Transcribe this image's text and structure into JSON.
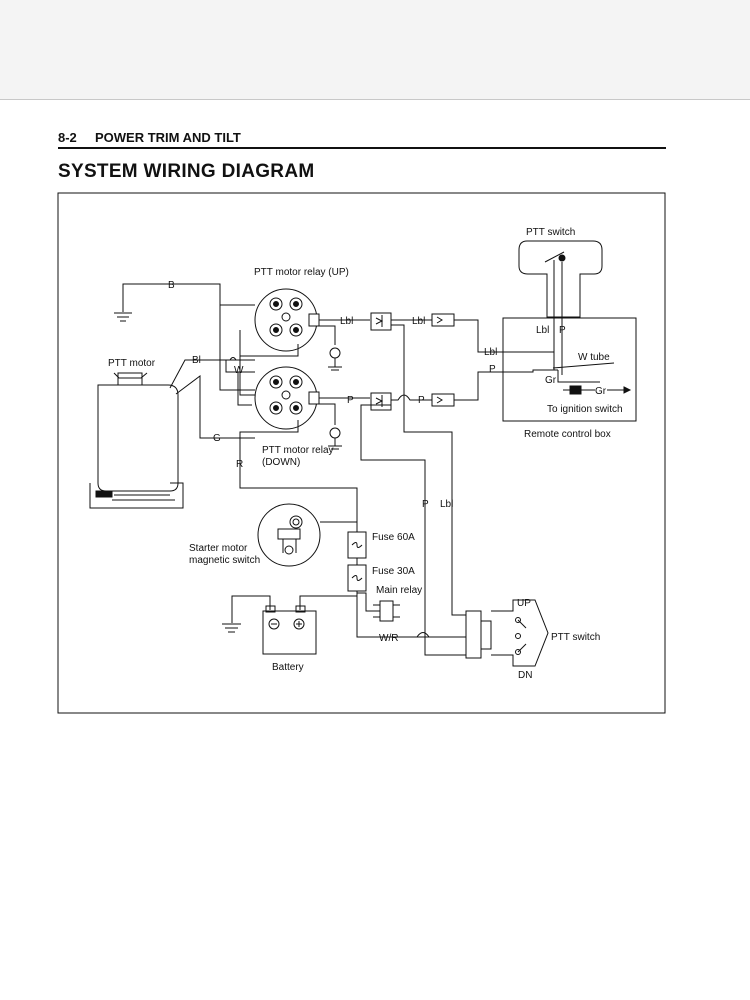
{
  "header": {
    "section_number": "8-2",
    "section_title": "POWER TRIM AND TILT"
  },
  "page_title": "SYSTEM  WIRING  DIAGRAM",
  "labels": {
    "ptt_switch_top": "PTT switch",
    "relay_up": "PTT motor relay (UP)",
    "relay_down_1": "PTT motor relay",
    "relay_down_2": "(DOWN)",
    "ptt_motor": "PTT motor",
    "starter_1": "Starter motor",
    "starter_2": "magnetic switch",
    "battery": "Battery",
    "fuse60": "Fuse 60A",
    "fuse30": "Fuse 30A",
    "main_relay": "Main relay",
    "w_tube": "W tube",
    "to_ignition": "To ignition switch",
    "remote_box": "Remote control box",
    "ptt_switch_side": "PTT switch",
    "up": "UP",
    "dn": "DN"
  },
  "wire_codes": {
    "b": "B",
    "bl": "Bl",
    "w": "W",
    "g": "G",
    "r": "R",
    "lbl": "Lbl",
    "p": "P",
    "gr": "Gr",
    "wr": "W/R"
  }
}
